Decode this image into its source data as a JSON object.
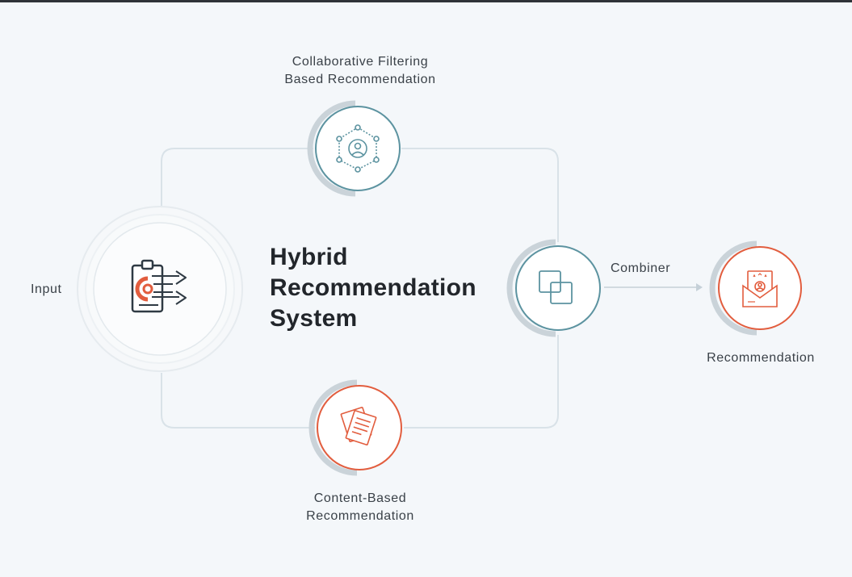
{
  "title_lines": [
    "Hybrid",
    "Recommendation",
    "System"
  ],
  "nodes": {
    "input": {
      "label": "Input",
      "icon": "clipboard-gear-icon"
    },
    "collaborative": {
      "label_line1": "Collaborative Filtering",
      "label_line2": "Based Recommendation",
      "icon": "network-user-icon"
    },
    "content": {
      "label_line1": "Content-Based",
      "label_line2": "Recommendation",
      "icon": "documents-icon"
    },
    "combiner": {
      "label": "Combiner",
      "icon": "overlapping-squares-icon"
    },
    "recommendation": {
      "label": "Recommendation",
      "icon": "envelope-rating-icon"
    }
  },
  "colors": {
    "teal": "#5c93a0",
    "orange": "#e25d3e",
    "connector": "#d6e0e6",
    "ring_shadow": "#c9d2d8",
    "background": "#f4f7fa"
  }
}
